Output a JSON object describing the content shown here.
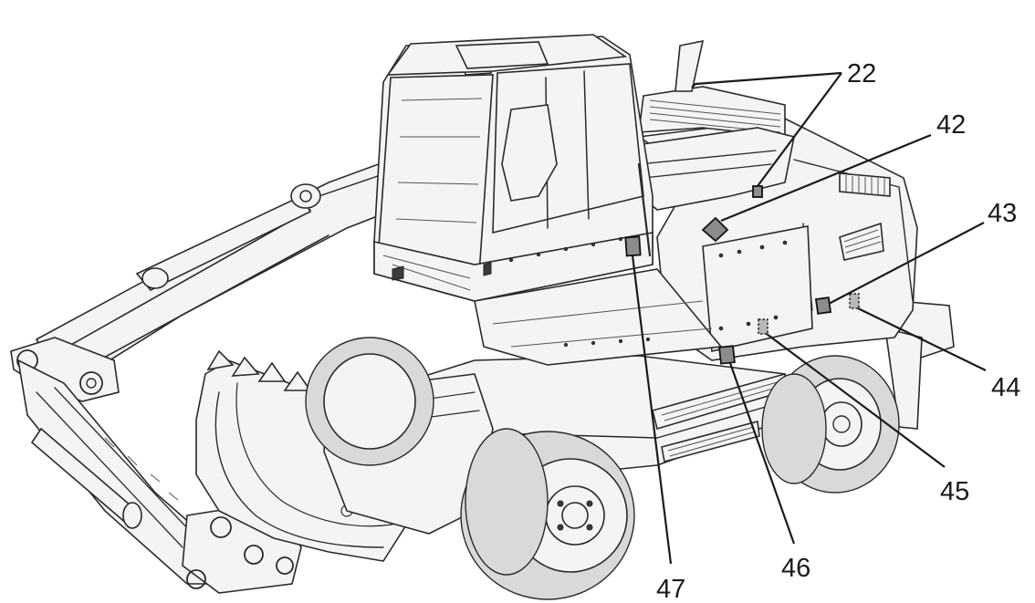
{
  "diagram": {
    "subject": "wheeled-excavator-label-locations",
    "callouts": [
      {
        "id": "c22",
        "label": "22",
        "marker": "solid-square"
      },
      {
        "id": "c42",
        "label": "42",
        "marker": "solid-diamond"
      },
      {
        "id": "c43",
        "label": "43",
        "marker": "solid-square"
      },
      {
        "id": "c44",
        "label": "44",
        "marker": "dashed-rect"
      },
      {
        "id": "c45",
        "label": "45",
        "marker": "dashed-rect"
      },
      {
        "id": "c46",
        "label": "46",
        "marker": "solid-rect"
      },
      {
        "id": "c47",
        "label": "47",
        "marker": "solid-rect"
      }
    ],
    "colors": {
      "line": "#1a1a1a",
      "marker_fill": "#8c8c8c",
      "background": "#ffffff"
    }
  }
}
